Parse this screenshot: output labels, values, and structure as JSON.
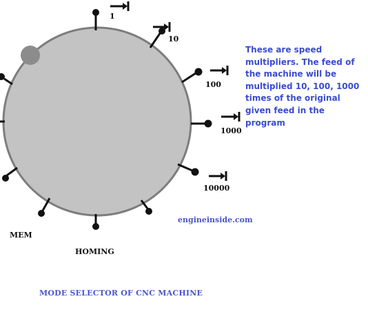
{
  "dial": {
    "positions": [
      {
        "label": "1"
      },
      {
        "label": "10"
      },
      {
        "label": "100"
      },
      {
        "label": "1000"
      },
      {
        "label": "10000"
      },
      {
        "label": "HOMING"
      },
      {
        "label": "MEM"
      }
    ]
  },
  "note": "These are speed multipliers. The feed of the machine will be multiplied 10, 100, 1000 times of the original given feed in the program",
  "site": "engineinside.com",
  "caption": "MODE SELECTOR OF CNC MACHINE",
  "colors": {
    "dial_fill": "#c3c3c3",
    "dial_stroke": "#7d7d7d",
    "knob": "#8c8c8c",
    "text_blue": "#3b4cd0"
  }
}
